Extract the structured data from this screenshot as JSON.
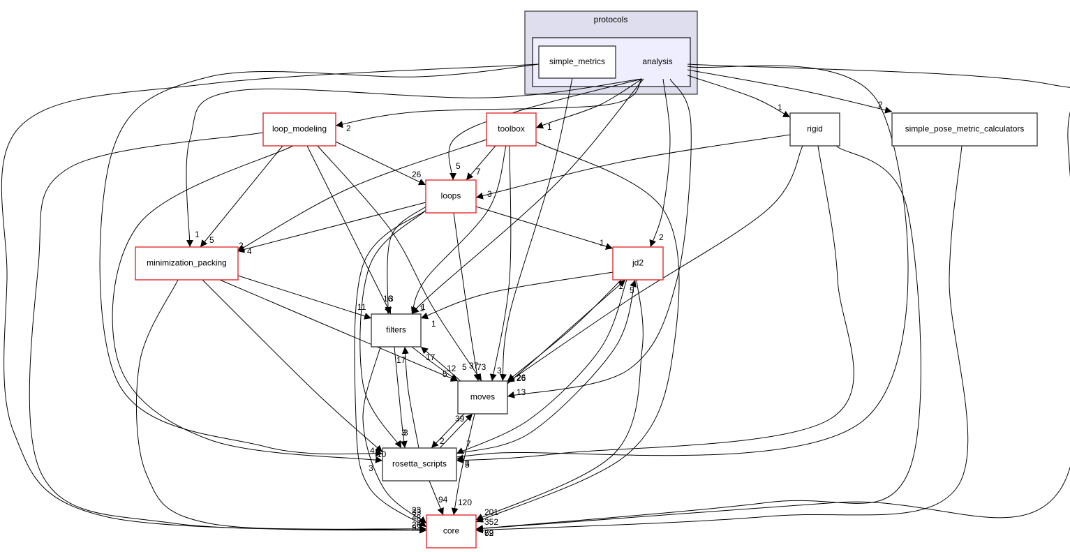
{
  "title": "protocols/analysis dependency graph",
  "colors": {
    "outer_cluster_fill": "#dedeee",
    "outer_cluster_stroke": "#444444",
    "inner_cluster_fill": "#eeeefe",
    "inner_cluster_stroke": "#222222",
    "node_red_border": "#e31a1c",
    "node_black_border": "#333333"
  },
  "clusters": {
    "outer": {
      "label": "protocols"
    },
    "inner": {
      "label": "analysis"
    }
  },
  "nodes": [
    {
      "id": "simple_metrics",
      "label": "simple_metrics",
      "border": "black"
    },
    {
      "id": "loop_modeling",
      "label": "loop_modeling",
      "border": "red"
    },
    {
      "id": "toolbox",
      "label": "toolbox",
      "border": "red"
    },
    {
      "id": "rigid",
      "label": "rigid",
      "border": "black"
    },
    {
      "id": "simple_pose_metric_calculators",
      "label": "simple_pose_metric_calculators",
      "border": "black"
    },
    {
      "id": "loops",
      "label": "loops",
      "border": "red"
    },
    {
      "id": "minimization_packing",
      "label": "minimization_packing",
      "border": "red"
    },
    {
      "id": "jd2",
      "label": "jd2",
      "border": "red"
    },
    {
      "id": "filters",
      "label": "filters",
      "border": "black"
    },
    {
      "id": "moves",
      "label": "moves",
      "border": "black"
    },
    {
      "id": "rosetta_scripts",
      "label": "rosetta_scripts",
      "border": "black"
    },
    {
      "id": "core",
      "label": "core",
      "border": "red"
    }
  ],
  "edges": [
    {
      "from": "analysis",
      "to": "loop_modeling",
      "label": "2"
    },
    {
      "from": "analysis",
      "to": "toolbox",
      "label": "1"
    },
    {
      "from": "analysis",
      "to": "rigid",
      "label": "1"
    },
    {
      "from": "analysis",
      "to": "simple_pose_metric_calculators",
      "label": "2"
    },
    {
      "from": "analysis",
      "to": "loops",
      "label": "5"
    },
    {
      "from": "analysis",
      "to": "minimization_packing",
      "label": "1"
    },
    {
      "from": "analysis",
      "to": "jd2",
      "label": "2"
    },
    {
      "from": "analysis",
      "to": "filters",
      "label": "1"
    },
    {
      "from": "analysis",
      "to": "moves",
      "label": "13"
    },
    {
      "from": "analysis",
      "to": "rosetta_scripts",
      "label": "3"
    },
    {
      "from": "analysis",
      "to": "core",
      "label": "69"
    },
    {
      "from": "simple_metrics",
      "to": "moves",
      "label": "3"
    },
    {
      "from": "simple_metrics",
      "to": "rosetta_scripts",
      "label": "4"
    },
    {
      "from": "simple_metrics",
      "to": "core",
      "label": "23"
    },
    {
      "from": "loop_modeling",
      "to": "loops",
      "label": "26"
    },
    {
      "from": "loop_modeling",
      "to": "minimization_packing",
      "label": "5"
    },
    {
      "from": "loop_modeling",
      "to": "filters",
      "label": "16"
    },
    {
      "from": "loop_modeling",
      "to": "moves",
      "label": "37"
    },
    {
      "from": "loop_modeling",
      "to": "rosetta_scripts",
      "label": "3"
    },
    {
      "from": "loop_modeling",
      "to": "core",
      "label": "26"
    },
    {
      "from": "toolbox",
      "to": "loops",
      "label": "7"
    },
    {
      "from": "toolbox",
      "to": "minimization_packing",
      "label": "2"
    },
    {
      "from": "toolbox",
      "to": "filters",
      "label": "1"
    },
    {
      "from": "toolbox",
      "to": "moves",
      "label": "73"
    },
    {
      "from": "toolbox",
      "to": "core",
      "label": "201"
    },
    {
      "from": "rigid",
      "to": "loops",
      "label": "3"
    },
    {
      "from": "rigid",
      "to": "moves",
      "label": "26"
    },
    {
      "from": "rigid",
      "to": "rosetta_scripts",
      "label": "5"
    },
    {
      "from": "rigid",
      "to": "core",
      "label": "52"
    },
    {
      "from": "simple_pose_metric_calculators",
      "to": "core",
      "label": "7"
    },
    {
      "from": "loops",
      "to": "minimization_packing",
      "label": "4"
    },
    {
      "from": "loops",
      "to": "jd2",
      "label": "1"
    },
    {
      "from": "loops",
      "to": "filters",
      "label": "3"
    },
    {
      "from": "loops",
      "to": "moves",
      "label": "5"
    },
    {
      "from": "loops",
      "to": "rosetta_scripts",
      "label": "3"
    },
    {
      "from": "loops",
      "to": "core",
      "label": "48"
    },
    {
      "from": "minimization_packing",
      "to": "filters",
      "label": "11"
    },
    {
      "from": "minimization_packing",
      "to": "moves",
      "label": "5"
    },
    {
      "from": "minimization_packing",
      "to": "rosetta_scripts",
      "label": "10"
    },
    {
      "from": "minimization_packing",
      "to": "core",
      "label": "93"
    },
    {
      "from": "jd2",
      "to": "filters",
      "label": "1"
    },
    {
      "from": "jd2",
      "to": "moves",
      "label": "26"
    },
    {
      "from": "jd2",
      "to": "rosetta_scripts",
      "label": "7"
    },
    {
      "from": "jd2",
      "to": "core",
      "label": "352"
    },
    {
      "from": "filters",
      "to": "moves",
      "label": "12"
    },
    {
      "from": "filters",
      "to": "rosetta_scripts",
      "label": "3"
    },
    {
      "from": "filters",
      "to": "core",
      "label": "33"
    },
    {
      "from": "moves",
      "to": "filters",
      "label": "17"
    },
    {
      "from": "moves",
      "to": "jd2",
      "label": "1"
    },
    {
      "from": "moves",
      "to": "rosetta_scripts",
      "label": "2"
    },
    {
      "from": "moves",
      "to": "core",
      "label": "120"
    },
    {
      "from": "rosetta_scripts",
      "to": "filters",
      "label": "17"
    },
    {
      "from": "rosetta_scripts",
      "to": "moves",
      "label": "39"
    },
    {
      "from": "rosetta_scripts",
      "to": "jd2",
      "label": "5"
    },
    {
      "from": "rosetta_scripts",
      "to": "core",
      "label": "94"
    }
  ]
}
